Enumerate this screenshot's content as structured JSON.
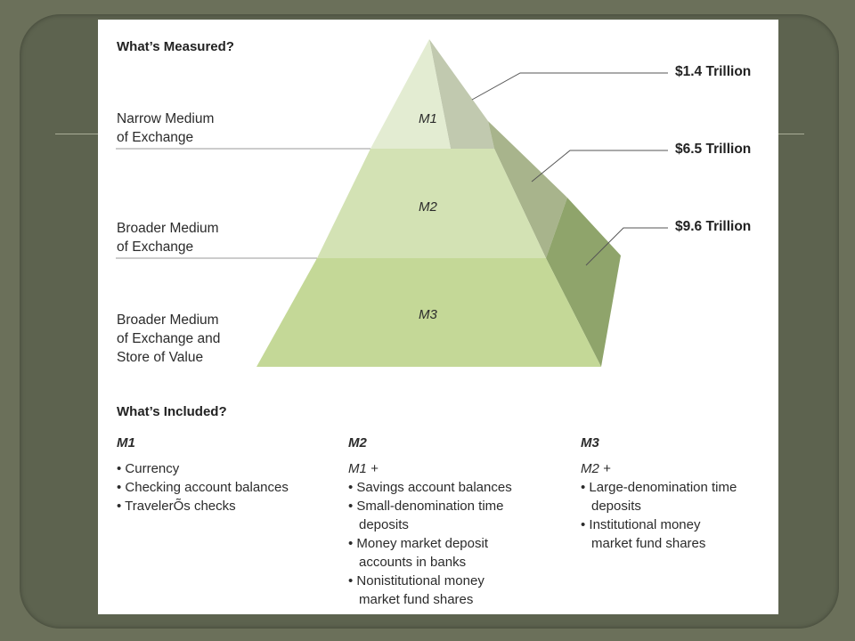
{
  "diagram": {
    "measured_heading": "What’s Measured?",
    "side_labels": [
      {
        "lines": [
          "Narrow Medium",
          "of Exchange"
        ]
      },
      {
        "lines": [
          "Broader Medium",
          "of Exchange"
        ]
      },
      {
        "lines": [
          "Broader Medium",
          "of Exchange and",
          "Store of Value"
        ]
      }
    ],
    "tiers": [
      {
        "label": "M1",
        "amount": "$1.4 Trillion"
      },
      {
        "label": "M2",
        "amount": "$6.5 Trillion"
      },
      {
        "label": "M3",
        "amount": "$9.6 Trillion"
      }
    ],
    "colors": {
      "m1_front": "#e3ecd2",
      "m2_front": "#d3e2b4",
      "m3_front": "#c4d897",
      "m1_side": "#c1c9af",
      "m2_side": "#a8b48c",
      "m3_side": "#8fa46b"
    }
  },
  "included": {
    "heading": "What’s Included?",
    "columns": [
      {
        "heading": "M1",
        "subheading": "",
        "items": [
          "• Currency",
          "• Checking account balances",
          "• TravelerÕs checks"
        ]
      },
      {
        "heading": "M2",
        "subheading": "M1 +",
        "items": [
          "• Savings account balances",
          "• Small-denomination time",
          "deposits",
          "• Money market deposit",
          "accounts in banks",
          "• Nonistitutional money",
          "market fund shares"
        ]
      },
      {
        "heading": "M3",
        "subheading": "M2 +",
        "items": [
          "• Large-denomination time",
          "deposits",
          "• Institutional money",
          "market fund shares"
        ]
      }
    ]
  }
}
